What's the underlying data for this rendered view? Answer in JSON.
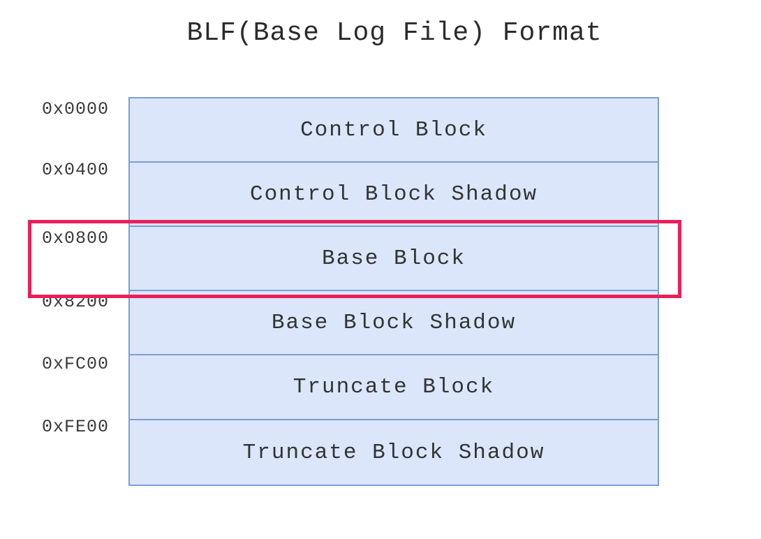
{
  "diagram": {
    "title": "BLF(Base Log File) Format",
    "blocks": [
      {
        "address": "0x0000",
        "label": "Control Block"
      },
      {
        "address": "0x0400",
        "label": "Control Block Shadow"
      },
      {
        "address": "0x0800",
        "label": "Base Block"
      },
      {
        "address": "0x8200",
        "label": "Base Block Shadow"
      },
      {
        "address": "0xFC00",
        "label": "Truncate Block"
      },
      {
        "address": "0xFE00",
        "label": "Truncate Block Shadow"
      }
    ],
    "highlighted_block": "Base Block",
    "colors": {
      "block_fill": "#dbe6fa",
      "block_border": "#7b9fd6",
      "highlight": "#e8205a"
    }
  }
}
